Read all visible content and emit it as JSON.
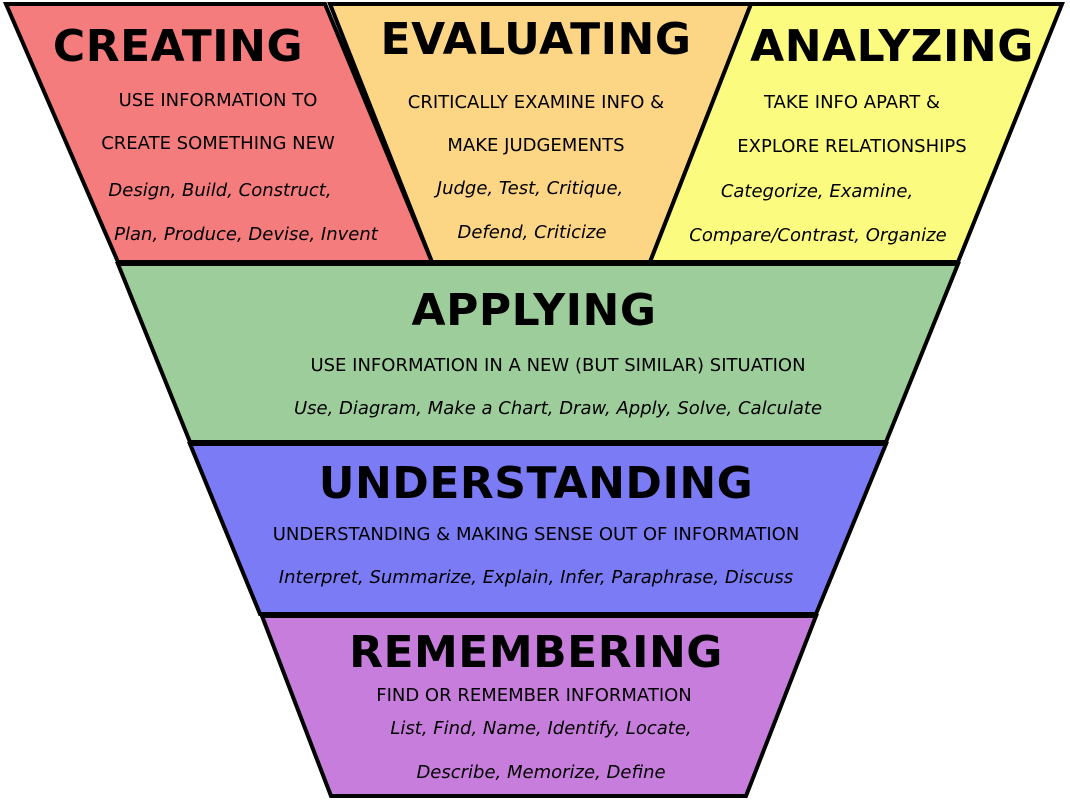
{
  "levels": {
    "creating": {
      "title": "CREATING",
      "desc_1": "USE INFORMATION TO",
      "desc_2": "CREATE SOMETHING NEW",
      "verbs_1": "Design, Build, Construct,",
      "verbs_2": "Plan, Produce, Devise, Invent",
      "color": "#f47c7c"
    },
    "evaluating": {
      "title": "EVALUATING",
      "desc_1": "CRITICALLY EXAMINE INFO &",
      "desc_2": "MAKE JUDGEMENTS",
      "verbs_1": "Judge, Test, Critique,",
      "verbs_2": "Defend, Criticize",
      "color": "#fcd585"
    },
    "analyzing": {
      "title": "ANALYZING",
      "desc_1": "TAKE INFO APART &",
      "desc_2": "EXPLORE RELATIONSHIPS",
      "verbs_1": "Categorize, Examine,",
      "verbs_2": "Compare/Contrast, Organize",
      "color": "#fbfb7f"
    },
    "applying": {
      "title": "APPLYING",
      "desc_1": "USE INFORMATION IN A NEW (BUT SIMILAR) SITUATION",
      "verbs_1": "Use, Diagram, Make a Chart, Draw, Apply, Solve, Calculate",
      "color": "#9dcd9a"
    },
    "understanding": {
      "title": "UNDERSTANDING",
      "desc_1": "UNDERSTANDING & MAKING SENSE OUT OF INFORMATION",
      "verbs_1": "Interpret, Summarize, Explain, Infer, Paraphrase, Discuss",
      "color": "#7b7bf5"
    },
    "remembering": {
      "title": "REMEMBERING",
      "desc_1": "FIND OR REMEMBER INFORMATION",
      "verbs_1": "List, Find, Name, Identify, Locate,",
      "verbs_2": "Describe, Memorize, Define",
      "color": "#c77ddb"
    }
  }
}
